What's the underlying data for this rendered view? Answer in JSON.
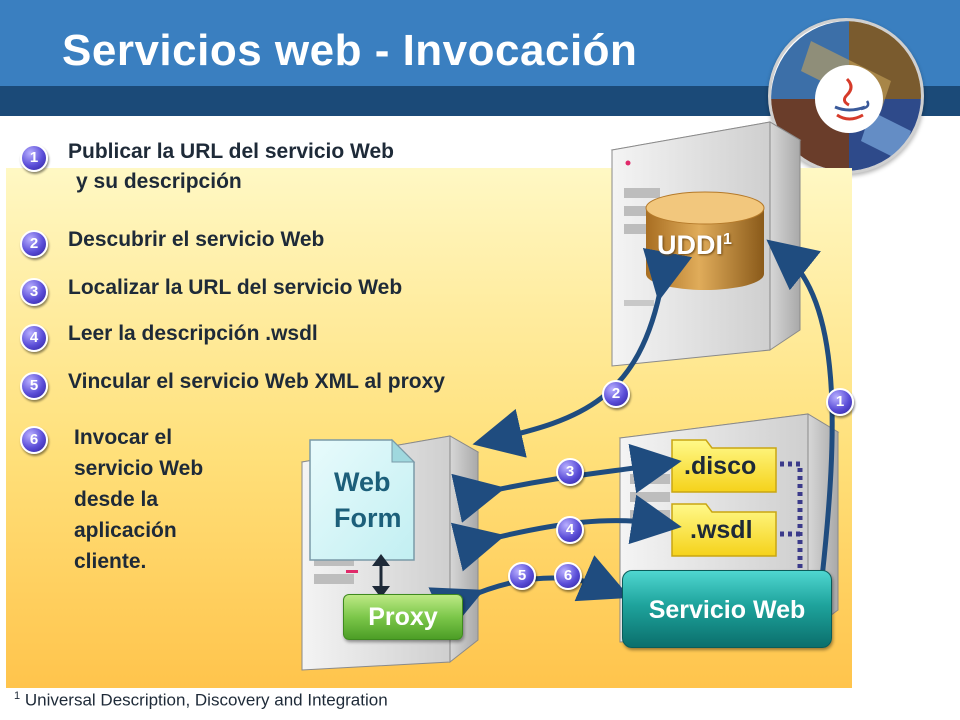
{
  "slide": {
    "title": "Servicios web - Invocación"
  },
  "steps": [
    {
      "number": "1",
      "line1": "Publicar la URL del servicio Web",
      "line2": "y su descripción"
    },
    {
      "number": "2",
      "line1": "Descubrir el servicio Web"
    },
    {
      "number": "3",
      "line1": "Localizar la URL del servicio Web"
    },
    {
      "number": "4",
      "line1": "Leer la descripción .wsdl"
    },
    {
      "number": "5",
      "line1": "Vincular el servicio Web XML al proxy"
    },
    {
      "number": "6",
      "lines": [
        "Invocar el",
        "servicio Web",
        "desde la",
        "aplicación",
        "cliente."
      ]
    }
  ],
  "diagram": {
    "uddi_label": "UDDI",
    "uddi_sup": "1",
    "webform_lines": [
      "Web",
      "Form"
    ],
    "proxy_label": "Proxy",
    "disco_label": ".disco",
    "wsdl_label": ".wsdl",
    "servicio_label": "Servicio Web",
    "badges": {
      "b1": "1",
      "b2": "2",
      "b3": "3",
      "b4": "4",
      "b5": "5",
      "b6": "6"
    }
  },
  "footnote": {
    "sup": "1",
    "text": " Universal Description, Discovery and Integration"
  },
  "colors": {
    "header_top": "#3a7fc0",
    "header_band": "#1b4a78",
    "arrow": "#1f4c7f",
    "badge": "#5b4ed8",
    "folder": "#fff04a",
    "proxy": "#7cc74a",
    "servicio": "#1ea39c",
    "uddi_cylinder": "#d49a3e"
  }
}
